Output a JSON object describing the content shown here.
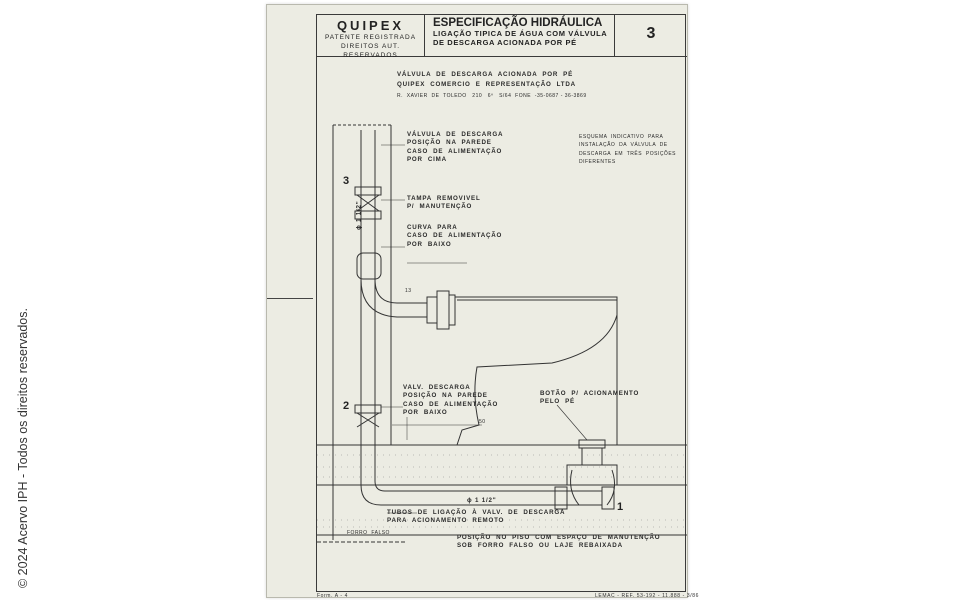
{
  "header": {
    "brand_name": "QUIPEX",
    "brand_line1": "PATENTE  REGISTRADA",
    "brand_line2": "DIREITOS  AUT.  RESERVADOS",
    "title": "ESPECIFICAÇÃO HIDRÁULICA",
    "subtitle1": "LIGAÇÃO TIPICA DE ÁGUA COM VÁLVULA",
    "subtitle2": "DE DESCARGA ACIONADA POR PÉ",
    "sheet_number": "3"
  },
  "intro": {
    "line1": "VÁLVULA  DE  DESCARGA  ACIONADA  POR  PÉ",
    "line2": "QUIPEX  COMERCIO  E  REPRESENTAÇÃO  LTDA",
    "line3": "R.  XAVIER  DE  TOLEDO   210   6º   S/64  FONE  -35-0687 - 36-3869"
  },
  "notes": {
    "schema": "ESQUEMA  INDICATIVO  PARA\nINSTALAÇÃO  DA  VÁLVULA  DE\nDESCARGA  EM  TRÊS  POSIÇÕES\nDIFERENTES",
    "valve_top": "VÁLVULA  DE  DESCARGA\nPOSIÇÃO  NA  PAREDE\nCASO  DE  ALIMENTAÇÃO\nPOR  CIMA",
    "cover": "TAMPA  REMOVIVEL\nP/  MANUTENÇÃO",
    "curve": "CURVA  PARA\nCASO  DE  ALIMENTAÇÃO\nPOR  BAIXO",
    "valve_low": "VALV.  DESCARGA\nPOSIÇÃO  NA  PAREDE\nCASO  DE  ALIMENTAÇÃO\nPOR  BAIXO",
    "button": "BOTÃO  P/  ACIONAMENTO\nPELO  PÉ",
    "tubes": "TUBOS  DE  LIGAÇÃO  À  VALV.  DE  DESCARGA\nPARA  ACIONAMENTO  REMOTO",
    "floor": "POSIÇÃO  NO  PISO  COM  ESPAÇO  DE  MANUTENÇÃO\nSOB  FORRO  FALSO  OU  LAJE  REBAIXADA",
    "false_ceiling": "FORRO  FALSO",
    "pipe_dim_vertical": "ϕ 1 1/2\"",
    "pipe_dim_horizontal": "ϕ 1 1/2\"",
    "dim_13": "13",
    "dim_50": "50",
    "pos_3": "3",
    "pos_2": "2",
    "pos_1": "1"
  },
  "footer": {
    "form": "Form. A - 4",
    "ref": "LEMAC - REF. 53-192 - 11.888 - 3/86"
  },
  "credit": "© 2024 Acervo IPH - Todos os direitos reservados."
}
